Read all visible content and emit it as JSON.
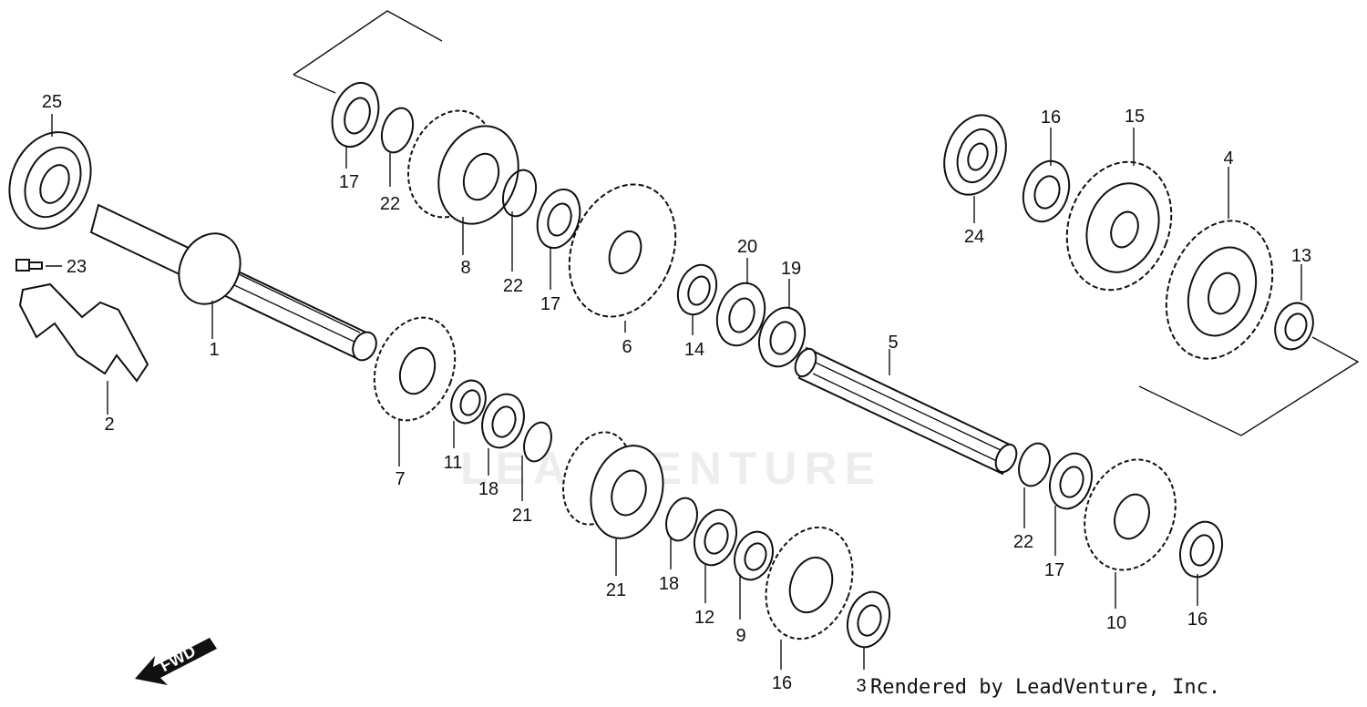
{
  "watermark": "LEADVENTURE",
  "credit": "Rendered by LeadVenture, Inc.",
  "fwd_label": "FWD",
  "callouts": [
    {
      "id": "c25a",
      "text": "25"
    },
    {
      "id": "c23",
      "text": "23"
    },
    {
      "id": "c2",
      "text": "2"
    },
    {
      "id": "c1",
      "text": "1"
    },
    {
      "id": "c17a",
      "text": "17"
    },
    {
      "id": "c22a",
      "text": "22"
    },
    {
      "id": "c8",
      "text": "8"
    },
    {
      "id": "c22b",
      "text": "22"
    },
    {
      "id": "c17b",
      "text": "17"
    },
    {
      "id": "c6",
      "text": "6"
    },
    {
      "id": "c7",
      "text": "7"
    },
    {
      "id": "c11",
      "text": "11"
    },
    {
      "id": "c18a",
      "text": "18"
    },
    {
      "id": "c21a",
      "text": "21"
    },
    {
      "id": "c14",
      "text": "14"
    },
    {
      "id": "c20",
      "text": "20"
    },
    {
      "id": "c19",
      "text": "19"
    },
    {
      "id": "c5",
      "text": "5"
    },
    {
      "id": "c21b",
      "text": "21"
    },
    {
      "id": "c18b",
      "text": "18"
    },
    {
      "id": "c12",
      "text": "12"
    },
    {
      "id": "c9",
      "text": "9"
    },
    {
      "id": "c16a",
      "text": "16"
    },
    {
      "id": "c3",
      "text": "3"
    },
    {
      "id": "c22c",
      "text": "22"
    },
    {
      "id": "c17c",
      "text": "17"
    },
    {
      "id": "c10",
      "text": "10"
    },
    {
      "id": "c16b",
      "text": "16"
    },
    {
      "id": "c24",
      "text": "24"
    },
    {
      "id": "c16c",
      "text": "16"
    },
    {
      "id": "c15",
      "text": "15"
    },
    {
      "id": "c4",
      "text": "4"
    },
    {
      "id": "c13",
      "text": "13"
    }
  ]
}
